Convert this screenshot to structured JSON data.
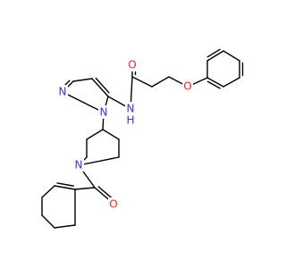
{
  "colors": {
    "N": "#3333ff",
    "O": "#ff2020",
    "bond": "#000000",
    "background": "#ffffff"
  },
  "atom_labels": {
    "amide_O": "O",
    "ether_O": "O",
    "amide_NH": "N",
    "amide_NH_h": "H",
    "pyrazole_N2": "N",
    "pyrazole_N1": "N",
    "piperidine_N": "N",
    "carbonyl_O": "O"
  }
}
